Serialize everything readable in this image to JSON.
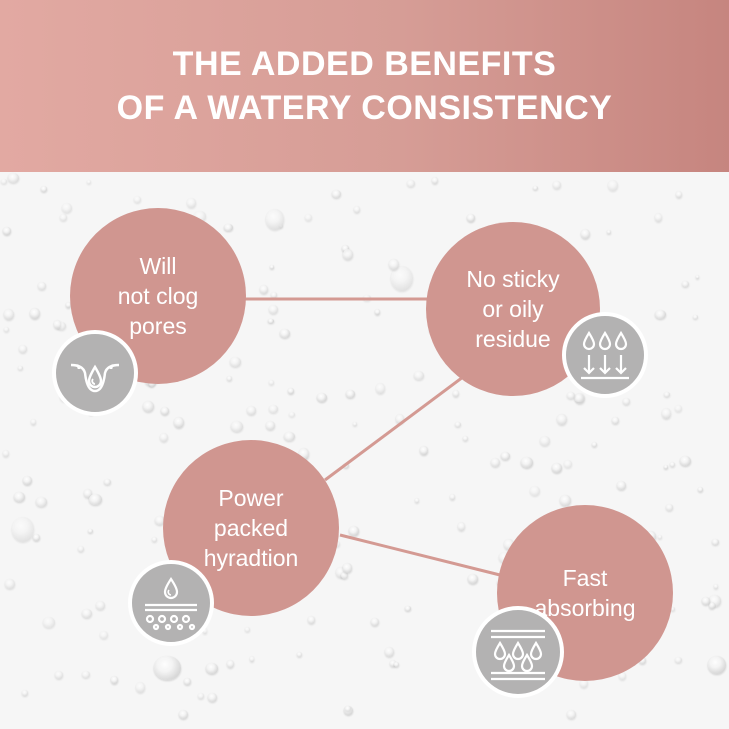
{
  "header": {
    "title_line1": "THE ADDED BENEFITS",
    "title_line2": "OF A WATERY CONSISTENCY",
    "background": "#d69d96"
  },
  "benefits": [
    {
      "label": "Will\nnot clog\npores",
      "icon": "pore-drop-icon"
    },
    {
      "label": "No sticky\nor oily\nresidue",
      "icon": "drops-down-arrows-icon"
    },
    {
      "label": "Power\npacked\nhyradtion",
      "icon": "skin-hydration-icon"
    },
    {
      "label": "Fast\nabsorbing",
      "icon": "absorbing-layers-icon"
    }
  ],
  "colors": {
    "bubble": "#d09690",
    "badge": "#b3b2b2",
    "connector": "#d49a93"
  }
}
